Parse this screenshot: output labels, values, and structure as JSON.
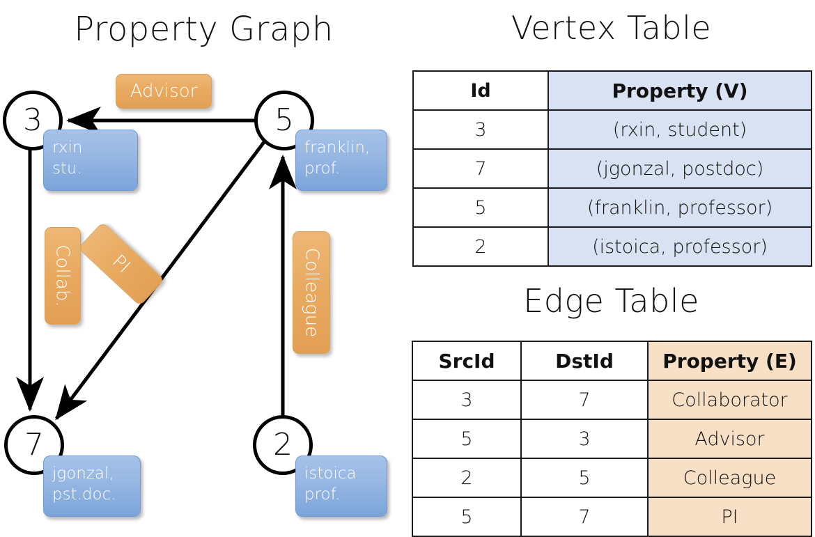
{
  "panels": {
    "graph_title": "Property Graph",
    "vertex_title": "Vertex Table",
    "edge_title": "Edge Table"
  },
  "colors": {
    "vertex_property_fill": "#d8e2f3",
    "edge_property_fill": "#f8e0c6",
    "node_property_box": "#96b6e2",
    "edge_label_box": "#e8a95f",
    "border": "#1a1a1a"
  },
  "graph": {
    "nodes": [
      {
        "id": "3",
        "property": "rxin\nstu."
      },
      {
        "id": "5",
        "property": "franklin,\nprof."
      },
      {
        "id": "7",
        "property": "jgonzal,\npst.doc."
      },
      {
        "id": "2",
        "property": "istoica\nprof."
      }
    ],
    "edge_labels": [
      {
        "name": "advisor",
        "text": "Advisor"
      },
      {
        "name": "collab",
        "text": "Collab."
      },
      {
        "name": "pi",
        "text": "PI"
      },
      {
        "name": "colleague",
        "text": "Colleague"
      }
    ]
  },
  "vertex_table": {
    "headers": [
      "Id",
      "Property (V)"
    ],
    "rows": [
      {
        "id": "3",
        "property": "(rxin, student)"
      },
      {
        "id": "7",
        "property": "(jgonzal, postdoc)"
      },
      {
        "id": "5",
        "property": "(franklin, professor)"
      },
      {
        "id": "2",
        "property": "(istoica, professor)"
      }
    ]
  },
  "edge_table": {
    "headers": [
      "SrcId",
      "DstId",
      "Property (E)"
    ],
    "rows": [
      {
        "src": "3",
        "dst": "7",
        "property": "Collaborator"
      },
      {
        "src": "5",
        "dst": "3",
        "property": "Advisor"
      },
      {
        "src": "2",
        "dst": "5",
        "property": "Colleague"
      },
      {
        "src": "5",
        "dst": "7",
        "property": "PI"
      }
    ]
  }
}
